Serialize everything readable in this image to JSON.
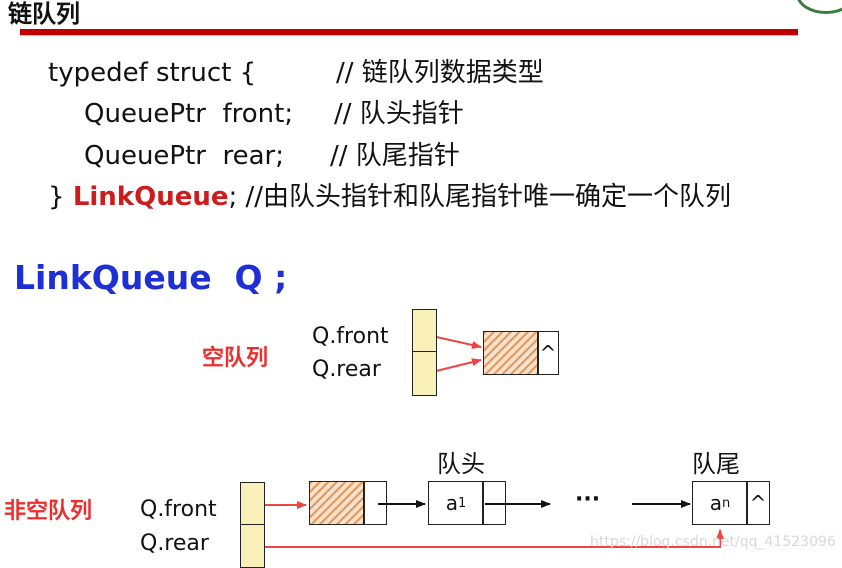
{
  "slide": {
    "title": "链队列",
    "code": {
      "line1_code": "typedef struct {",
      "line1_comment": "// 链队列数据类型",
      "line2_code": "QueuePtr  front;",
      "line2_comment": "// 队头指针",
      "line3_code": "QueuePtr  rear;",
      "line3_comment": "// 队尾指针",
      "line4_brace": "} ",
      "line4_type": "LinkQueue",
      "line4_rest": "; //由队头指针和队尾指针唯一确定一个队列"
    },
    "declaration": "LinkQueue  Q ;",
    "empty_queue": {
      "label": "空队列",
      "front_label": "Q.front",
      "rear_label": "Q.rear",
      "node_null": "^"
    },
    "nonempty_queue": {
      "label": "非空队列",
      "front_label": "Q.front",
      "rear_label": "Q.rear",
      "head_label": "队头",
      "tail_label": "队尾",
      "node_first": "a",
      "node_first_sub": "1",
      "ellipsis": "···",
      "node_last": "a",
      "node_last_sub": "n",
      "node_null": "^"
    },
    "watermark": "https://blog.csdn.net/qq_41523096"
  },
  "colors": {
    "title_rule": "#c00000",
    "keyword_red": "#cc1d1d",
    "label_red": "#ee2d2d",
    "declaration_blue": "#1f2fd6",
    "pointer_cell": "#f8f0b8",
    "arrow_red": "#ee4444"
  }
}
